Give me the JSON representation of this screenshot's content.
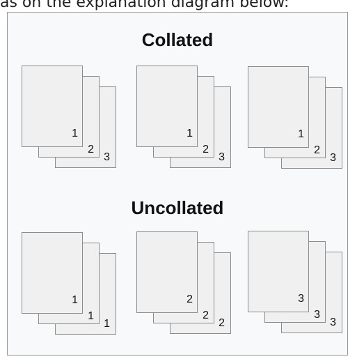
{
  "caption": "as on the explanation diagram below:",
  "collated": {
    "title": "Collated",
    "stacks": [
      {
        "pages": [
          "1",
          "2",
          "3"
        ]
      },
      {
        "pages": [
          "1",
          "2",
          "3"
        ]
      },
      {
        "pages": [
          "1",
          "2",
          "3"
        ]
      }
    ]
  },
  "uncollated": {
    "title": "Uncollated",
    "stacks": [
      {
        "pages": [
          "1",
          "1",
          "1"
        ]
      },
      {
        "pages": [
          "2",
          "2",
          "2"
        ]
      },
      {
        "pages": [
          "3",
          "3",
          "3"
        ]
      }
    ]
  }
}
